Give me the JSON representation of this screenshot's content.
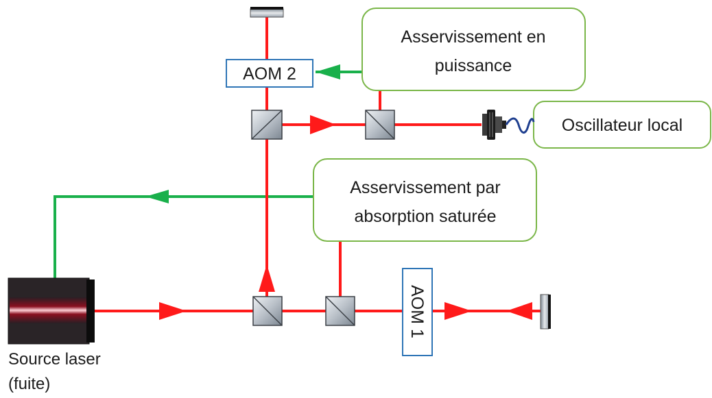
{
  "aom2": {
    "label": "AOM 2"
  },
  "aom1": {
    "label": "AOM 1"
  },
  "power_servo": {
    "line1": "Asservissement en",
    "line2": "puissance"
  },
  "local_oscillator": {
    "label": "Oscillateur local"
  },
  "saturated_absorption_servo": {
    "line1": "Asservissement par",
    "line2": "absorption saturée"
  },
  "laser_source": {
    "line1": "Source laser",
    "line2": "(fuite)"
  },
  "colors": {
    "laser_beam": "#ff1a1a",
    "feedback": "#19b04b",
    "box_border_green": "#7ab648",
    "aom_border": "#2e75b6",
    "fiber": "#1f3f8f"
  }
}
